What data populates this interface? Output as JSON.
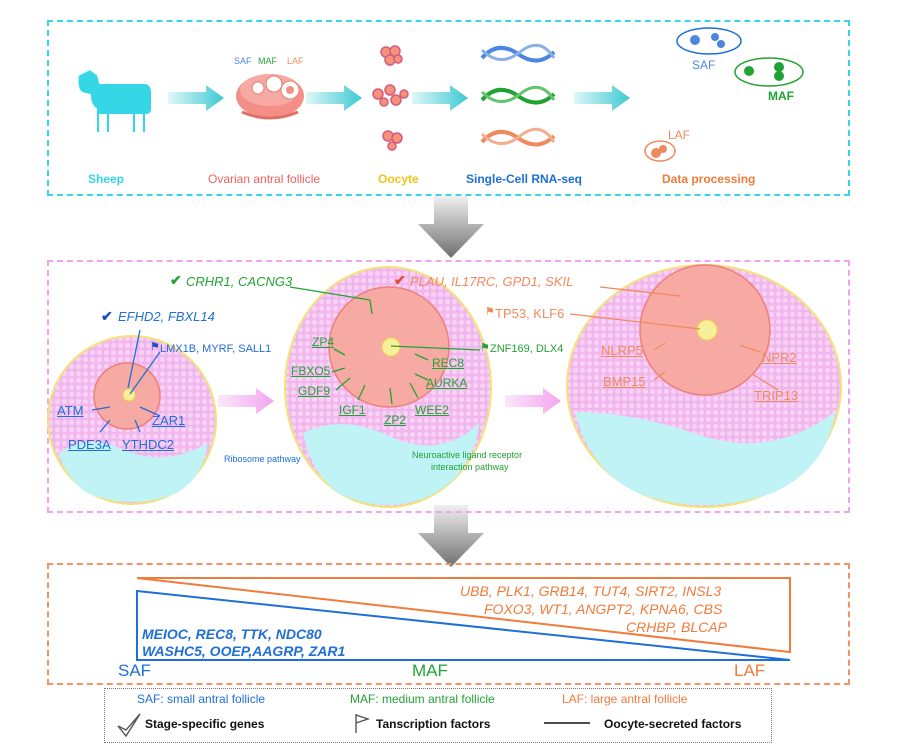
{
  "colors": {
    "cyan": "#35d7e6",
    "pink_dash": "#f1a3ef",
    "orange_dash": "#f3926a",
    "saf_blue": "#1f6fd6",
    "maf_green": "#21a334",
    "laf_orange": "#f07b3a"
  },
  "top": {
    "labels": {
      "sheep": "Sheep",
      "follicle": "Ovarian antral follicle",
      "oocyte": "Oocyte",
      "seq": "Single-Cell RNA-seq",
      "processing": "Data processing"
    },
    "follicle_tags": {
      "saf": "SAF",
      "maf": "MAF",
      "laf": "LAF"
    },
    "cluster_tags": {
      "saf": "SAF",
      "maf": "MAF",
      "laf": "LAF"
    }
  },
  "middle": {
    "saf": {
      "stage_genes": "EFHD2, FBXL14",
      "tfs": "LMX1B, MYRF, SALL1",
      "secreted": [
        "ATM",
        "ZAR1",
        "PDE3A",
        "YTHDC2"
      ],
      "pathway": "Ribosome pathway"
    },
    "maf": {
      "stage_genes": "CRHR1, CACNG3",
      "tfs": "ZNF169, DLX4",
      "secreted": [
        "ZP4",
        "REC8",
        "FBXO5",
        "AURKA",
        "GDF9",
        "IGF1",
        "ZP2",
        "WEE2"
      ],
      "pathway_line1": "Neuroactive ligand receptor",
      "pathway_line2": "interaction pathway"
    },
    "laf": {
      "stage_genes": "PLAU, IL17RC, GPD1, SKIL",
      "tfs": "TP53, KLF6",
      "secreted": [
        "NLRP5",
        "NPR2",
        "BMP15",
        "TRIP13"
      ]
    }
  },
  "bottom": {
    "laf_genes_line1": "UBB, PLK1, GRB14, TUT4, SIRT2, INSL3",
    "laf_genes_line2": "FOXO3, WT1, ANGPT2, KPNA6, CBS",
    "laf_genes_line3": "CRHBP, BLCAP",
    "saf_genes_line1": "MEIOC, REC8, TTK, NDC80",
    "saf_genes_line2": "WASHC5, OOEP,AAGRP, ZAR1",
    "axis_saf": "SAF",
    "axis_maf": "MAF",
    "axis_laf": "LAF"
  },
  "legend": {
    "saf": "SAF: small antral follicle",
    "maf": "MAF: medium antral follicle",
    "laf": "LAF: large antral follicle",
    "check": "Stage-specific genes",
    "flag": "Tanscription factors",
    "line": "Oocyte-secreted factors"
  }
}
